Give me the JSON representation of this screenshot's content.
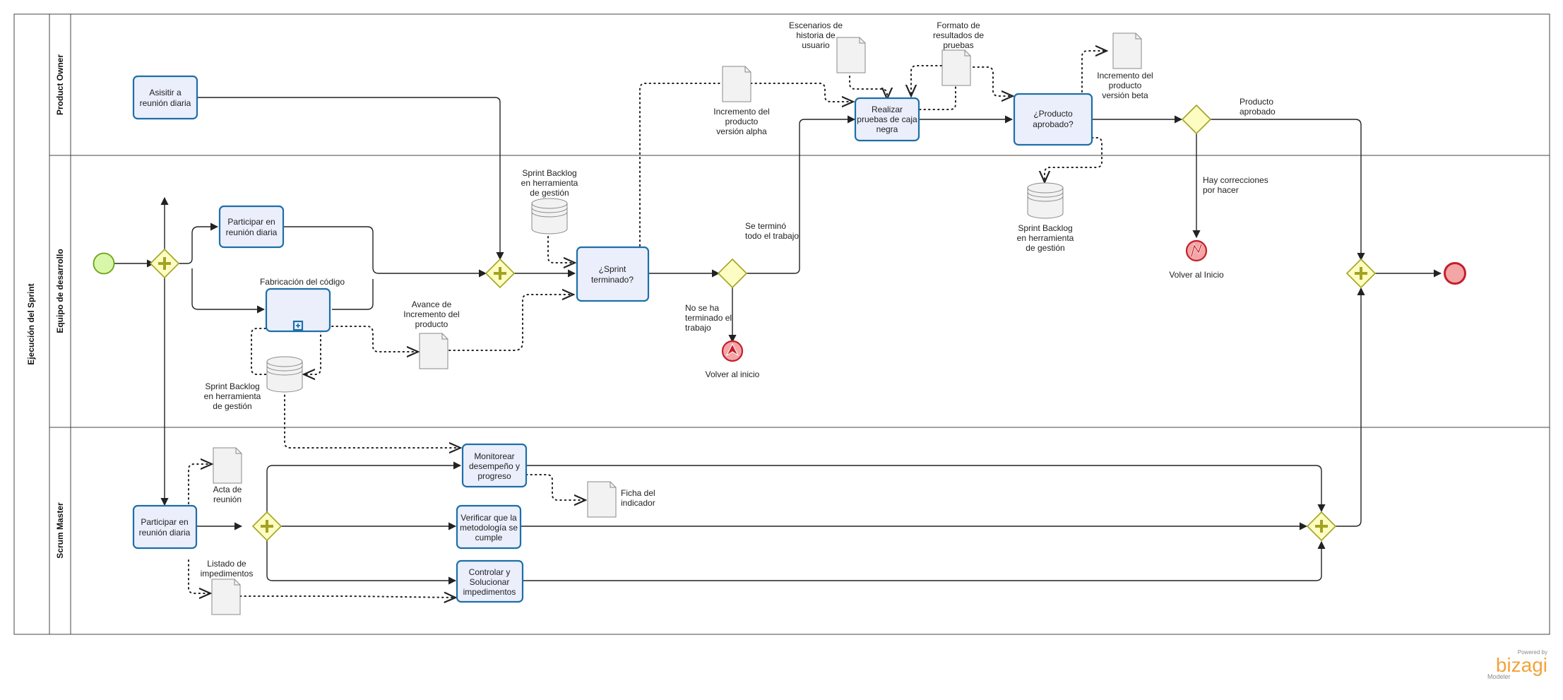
{
  "pool": {
    "title": "Ejecución del Sprint"
  },
  "lanes": {
    "product_owner": "Product Owner",
    "equipo": "Equipo de desarrollo",
    "scrum_master": "Scrum Master"
  },
  "tasks": {
    "po_reunion": [
      "Asisitir a",
      "reunión diaria"
    ],
    "eq_reunion": [
      "Participar en",
      "reunión diaria"
    ],
    "eq_fabricacion_label": "Fabricación del código",
    "sprint_terminado": [
      "¿Sprint",
      "terminado?"
    ],
    "pruebas": [
      "Realizar",
      "pruebas de caja",
      "negra"
    ],
    "producto_aprobado": [
      "¿Producto",
      "aprobado?"
    ],
    "sm_reunion": [
      "Participar en",
      "reunión diaria"
    ],
    "monitorear": [
      "Monitorear",
      "desempeño y",
      "progreso"
    ],
    "verificar": [
      "Verificar que la",
      "metodología se",
      "cumple"
    ],
    "controlar": [
      "Controlar y",
      "Solucionar",
      "impedimentos"
    ]
  },
  "artifacts": {
    "escenarios": [
      "Escenarios de",
      "historia de",
      "usuario"
    ],
    "formato": [
      "Formato de",
      "resultados de",
      "pruebas"
    ],
    "incremento_alpha": [
      "Incremento del",
      "producto",
      "versión alpha"
    ],
    "incremento_beta": [
      "Incremento del",
      "producto",
      "versión beta"
    ],
    "backlog_top": [
      "Sprint Backlog",
      "en herramienta",
      "de gestión"
    ],
    "backlog_right": [
      "Sprint Backlog",
      "en herramienta",
      "de gestión"
    ],
    "backlog_left": [
      "Sprint Backlog",
      "en herramienta",
      "de gestión"
    ],
    "avance": [
      "Avance de",
      "Incremento del",
      "producto"
    ],
    "acta": [
      "Acta de",
      "reunión"
    ],
    "ficha": [
      "Ficha del",
      "indicador"
    ],
    "listado": [
      "Listado de",
      "impedimentos"
    ]
  },
  "flow_labels": {
    "termino": [
      "Se terminó",
      "todo el trabajo"
    ],
    "no_termino": [
      "No se ha",
      "terminado el",
      "trabajo"
    ],
    "aprobado": [
      "Producto",
      "aprobado"
    ],
    "correcciones": [
      "Hay correcciones",
      "por hacer"
    ]
  },
  "events": {
    "volver_inicio_1": "Volver al inicio",
    "volver_inicio_2": "Volver al Inicio"
  },
  "branding": {
    "powered": "Powered by",
    "logo": "bizagi",
    "product": "Modeler"
  },
  "colors": {
    "task_fill": "#ebeffc",
    "task_stroke": "#1d6fa8",
    "gateway_fill": "#fdfcc2",
    "gateway_stroke": "#a3a320",
    "start_fill": "#d9f7a8",
    "start_stroke": "#6aa313",
    "end_fill": "#f4a6a6",
    "end_stroke": "#c41f2c",
    "brand": "#f2a33a"
  }
}
